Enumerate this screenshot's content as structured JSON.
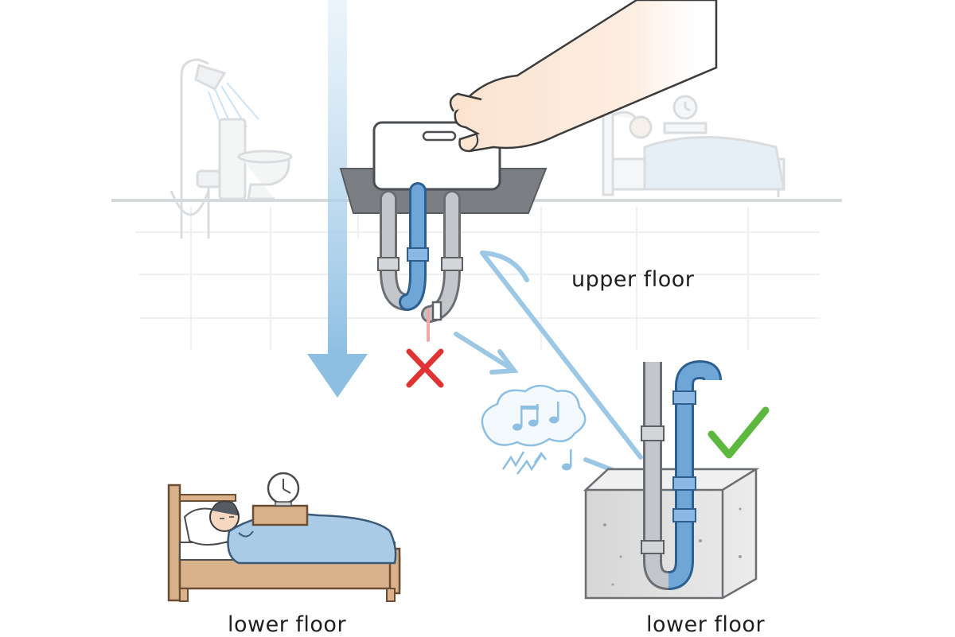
{
  "labels": {
    "upper_floor": "upper floor",
    "lower_floor_left": "lower floor",
    "lower_floor_right": "lower floor"
  },
  "colors": {
    "water_pipe_blue": "#6ea6d8",
    "grey_pipe": "#b5b9be",
    "flow_arrow": "#9cc8e6",
    "cross_mark": "#e03434",
    "check_mark": "#5cb83e",
    "blanket": "#a9cbe8",
    "bed_wood": "#d9b18a",
    "concrete": "#e4e4e4"
  },
  "icons": {
    "bad_install": "cross-icon",
    "good_install": "check-icon",
    "noise": "music-note-noise-icon"
  }
}
